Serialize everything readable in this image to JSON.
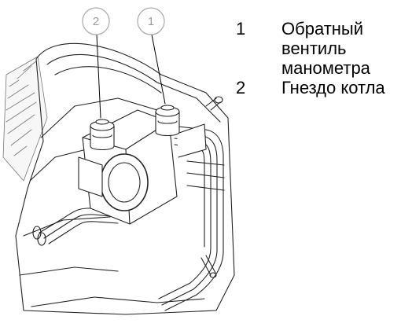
{
  "diagram": {
    "callouts": [
      {
        "number": "2"
      },
      {
        "number": "1"
      }
    ]
  },
  "legend": {
    "items": [
      {
        "number": "1",
        "lines": [
          "Обратный",
          "вентиль",
          "манометра"
        ]
      },
      {
        "number": "2",
        "lines": [
          "Гнездо котла"
        ]
      }
    ]
  }
}
